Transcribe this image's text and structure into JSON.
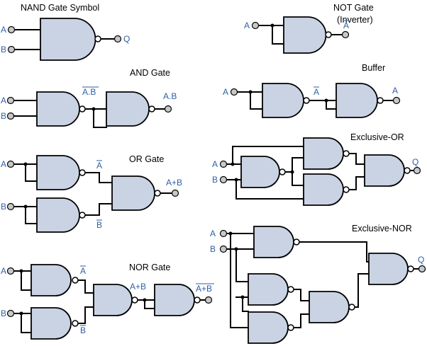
{
  "titles": {
    "nand_symbol": "NAND Gate Symbol",
    "not_gate": "NOT Gate",
    "not_gate_sub": "(Inverter)",
    "and_gate": "AND Gate",
    "buffer": "Buffer",
    "or_gate": "OR Gate",
    "xor": "Exclusive-OR",
    "nor_gate": "NOR Gate",
    "xnor": "Exclusive-NOR"
  },
  "labels": {
    "a": "A",
    "b": "B",
    "q": "Q",
    "a_bar": "A",
    "b_bar": "B",
    "ab": "A.B",
    "a_plus_b": "A+B"
  },
  "colors": {
    "gate_fill": "#c9d3e3",
    "label_blue": "#2d5fa6",
    "pin_fill": "#c8c8c8"
  }
}
